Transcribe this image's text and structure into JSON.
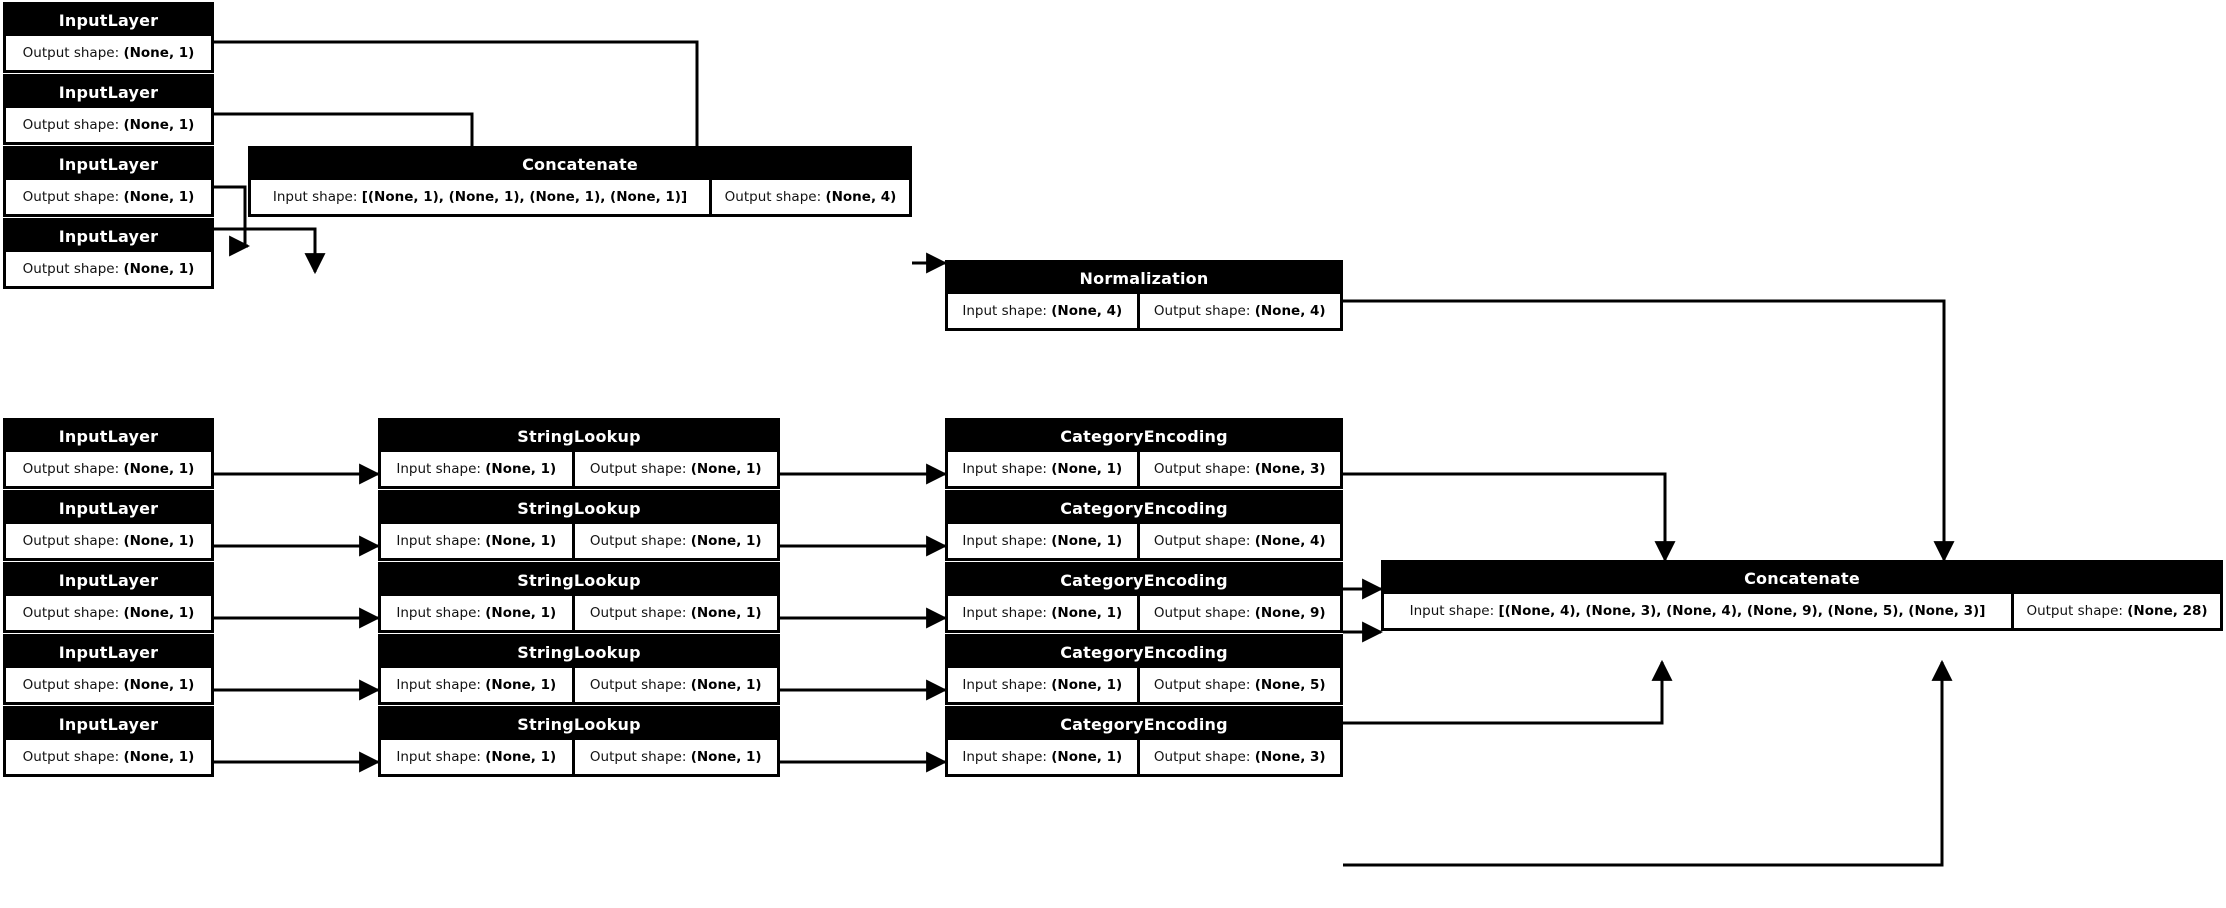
{
  "diagram": {
    "kind": "keras-model-plot",
    "labels": {
      "input_shape": "Input shape:",
      "output_shape": "Output shape:"
    },
    "colors": {
      "node_header_bg": "#000000",
      "node_header_text": "#ffffff",
      "node_body_bg": "#ffffff",
      "node_body_text": "#111111",
      "border": "#000000",
      "canvas": "#ffffff",
      "edge": "#000000"
    },
    "nodes": [
      {
        "id": "input_1",
        "type": "InputLayer",
        "output": "(None, 1)"
      },
      {
        "id": "input_2",
        "type": "InputLayer",
        "output": "(None, 1)"
      },
      {
        "id": "input_3",
        "type": "InputLayer",
        "output": "(None, 1)"
      },
      {
        "id": "input_4",
        "type": "InputLayer",
        "output": "(None, 1)"
      },
      {
        "id": "concat_1",
        "type": "Concatenate",
        "input": "[(None, 1), (None, 1), (None, 1), (None, 1)]",
        "output": "(None, 4)"
      },
      {
        "id": "normalization",
        "type": "Normalization",
        "input": "(None, 4)",
        "output": "(None, 4)"
      },
      {
        "id": "input_5",
        "type": "InputLayer",
        "output": "(None, 1)"
      },
      {
        "id": "lookup_1",
        "type": "StringLookup",
        "input": "(None, 1)",
        "output": "(None, 1)"
      },
      {
        "id": "catenc_1",
        "type": "CategoryEncoding",
        "input": "(None, 1)",
        "output": "(None, 3)"
      },
      {
        "id": "input_6",
        "type": "InputLayer",
        "output": "(None, 1)"
      },
      {
        "id": "lookup_2",
        "type": "StringLookup",
        "input": "(None, 1)",
        "output": "(None, 1)"
      },
      {
        "id": "catenc_2",
        "type": "CategoryEncoding",
        "input": "(None, 1)",
        "output": "(None, 4)"
      },
      {
        "id": "input_7",
        "type": "InputLayer",
        "output": "(None, 1)"
      },
      {
        "id": "lookup_3",
        "type": "StringLookup",
        "input": "(None, 1)",
        "output": "(None, 1)"
      },
      {
        "id": "catenc_3",
        "type": "CategoryEncoding",
        "input": "(None, 1)",
        "output": "(None, 9)"
      },
      {
        "id": "input_8",
        "type": "InputLayer",
        "output": "(None, 1)"
      },
      {
        "id": "lookup_4",
        "type": "StringLookup",
        "input": "(None, 1)",
        "output": "(None, 1)"
      },
      {
        "id": "catenc_4",
        "type": "CategoryEncoding",
        "input": "(None, 1)",
        "output": "(None, 5)"
      },
      {
        "id": "input_9",
        "type": "InputLayer",
        "output": "(None, 1)"
      },
      {
        "id": "lookup_5",
        "type": "StringLookup",
        "input": "(None, 1)",
        "output": "(None, 1)"
      },
      {
        "id": "catenc_5",
        "type": "CategoryEncoding",
        "input": "(None, 1)",
        "output": "(None, 3)"
      },
      {
        "id": "concat_2",
        "type": "Concatenate",
        "input": "[(None, 4), (None, 3), (None, 4), (None, 9), (None, 5), (None, 3)]",
        "output": "(None, 28)"
      }
    ],
    "edges": [
      {
        "from": "input_1",
        "to": "concat_1"
      },
      {
        "from": "input_2",
        "to": "concat_1"
      },
      {
        "from": "input_3",
        "to": "concat_1"
      },
      {
        "from": "input_4",
        "to": "concat_1"
      },
      {
        "from": "concat_1",
        "to": "normalization"
      },
      {
        "from": "normalization",
        "to": "concat_2"
      },
      {
        "from": "input_5",
        "to": "lookup_1"
      },
      {
        "from": "lookup_1",
        "to": "catenc_1"
      },
      {
        "from": "catenc_1",
        "to": "concat_2"
      },
      {
        "from": "input_6",
        "to": "lookup_2"
      },
      {
        "from": "lookup_2",
        "to": "catenc_2"
      },
      {
        "from": "catenc_2",
        "to": "concat_2"
      },
      {
        "from": "input_7",
        "to": "lookup_3"
      },
      {
        "from": "lookup_3",
        "to": "catenc_3"
      },
      {
        "from": "catenc_3",
        "to": "concat_2"
      },
      {
        "from": "input_8",
        "to": "lookup_4"
      },
      {
        "from": "lookup_4",
        "to": "catenc_4"
      },
      {
        "from": "catenc_4",
        "to": "concat_2"
      },
      {
        "from": "input_9",
        "to": "lookup_5"
      },
      {
        "from": "lookup_5",
        "to": "catenc_5"
      },
      {
        "from": "catenc_5",
        "to": "concat_2"
      }
    ]
  }
}
